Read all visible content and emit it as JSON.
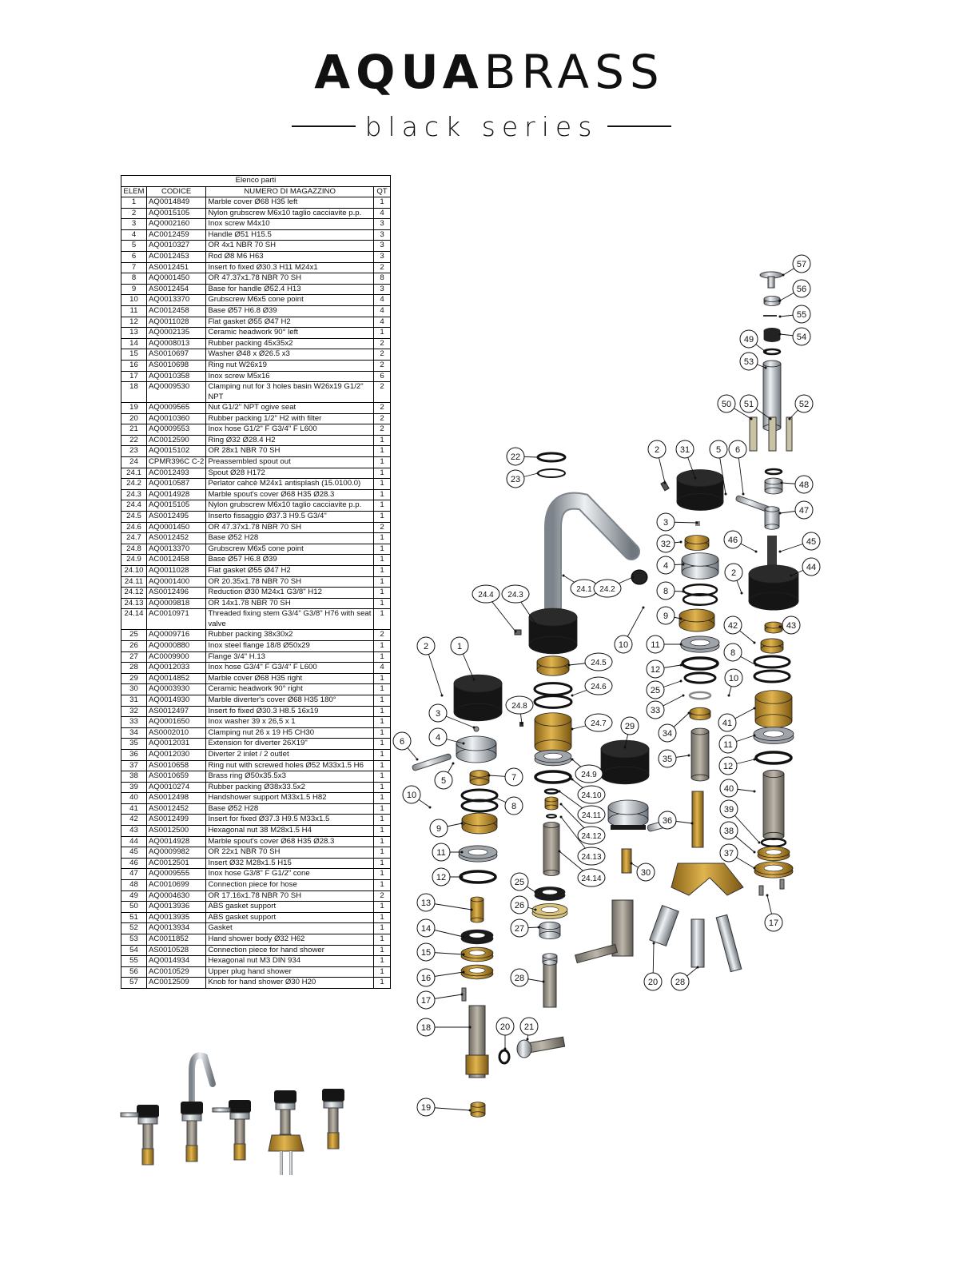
{
  "brand": {
    "bold": "AQUA",
    "light": "BRASS",
    "series": "black series"
  },
  "parts_list": {
    "title": "Elenco parti",
    "headers": [
      "ELEM",
      "CODICE",
      "NUMERO DI MAGAZZINO",
      "QT"
    ],
    "rows": [
      [
        "1",
        "AQ0014849",
        "Marble cover Ø68 H35 left",
        "1"
      ],
      [
        "2",
        "AQ0015105",
        "Nylon grubscrew M6x10 taglio cacciavite p.p.",
        "4"
      ],
      [
        "3",
        "AQ0002160",
        "Inox screw M4x10",
        "3"
      ],
      [
        "4",
        "AC0012459",
        "Handle Ø51 H15.5",
        "3"
      ],
      [
        "5",
        "AQ0010327",
        "OR 4x1 NBR 70 SH",
        "3"
      ],
      [
        "6",
        "AC0012453",
        "Rod Ø8 M6 H63",
        "3"
      ],
      [
        "7",
        "AS0012451",
        "Insert fo fixed Ø30.3 H11 M24x1",
        "2"
      ],
      [
        "8",
        "AQ0001450",
        "OR 47.37x1.78 NBR 70 SH",
        "8"
      ],
      [
        "9",
        "AS0012454",
        "Base for handle Ø52.4 H13",
        "3"
      ],
      [
        "10",
        "AQ0013370",
        "Grubscrew M6x5 cone point",
        "4"
      ],
      [
        "11",
        "AC0012458",
        "Base Ø57 H6.8 Ø39",
        "4"
      ],
      [
        "12",
        "AQ0011028",
        "Flat gasket Ø55 Ø47 H2",
        "4"
      ],
      [
        "13",
        "AQ0002135",
        "Ceramic headwork 90° left",
        "1"
      ],
      [
        "14",
        "AQ0008013",
        "Rubber packing 45x35x2",
        "2"
      ],
      [
        "15",
        "AS0010697",
        "Washer Ø48 x Ø26.5 x3",
        "2"
      ],
      [
        "16",
        "AS0010698",
        "Ring nut W26x19",
        "2"
      ],
      [
        "17",
        "AQ0010358",
        "Inox screw M5x16",
        "6"
      ],
      [
        "18",
        "AQ0009530",
        "Clamping nut for 3 holes basin W26x19 G1/2\" NPT",
        "2"
      ],
      [
        "19",
        "AQ0009565",
        "Nut G1/2\" NPT ogive seat",
        "2"
      ],
      [
        "20",
        "AQ0010360",
        "Rubber packing 1/2\" H2 with filter",
        "2"
      ],
      [
        "21",
        "AQ0009553",
        "Inox hose G1/2\" F G3/4\" F L600",
        "2"
      ],
      [
        "22",
        "AC0012590",
        "Ring Ø32 Ø28.4 H2",
        "1"
      ],
      [
        "23",
        "AQ0015102",
        "OR 28x1 NBR 70 SH",
        "1"
      ],
      [
        "24",
        "CPMR396C C-2",
        "Preassembled spout out",
        "1"
      ],
      [
        "24.1",
        "AC0012493",
        "Spout Ø28 H172",
        "1"
      ],
      [
        "24.2",
        "AQ0010587",
        "Perlator cahcè M24x1 antisplash (15.0100.0)",
        "1"
      ],
      [
        "24.3",
        "AQ0014928",
        "Marble spout's cover Ø68 H35 Ø28.3",
        "1"
      ],
      [
        "24.4",
        "AQ0015105",
        "Nylon grubscrew M6x10 taglio cacciavite p.p.",
        "1"
      ],
      [
        "24.5",
        "AS0012495",
        "Inserto fissaggio Ø37.3 H9.5 G3/4\"",
        "1"
      ],
      [
        "24.6",
        "AQ0001450",
        "OR 47.37x1.78 NBR 70 SH",
        "2"
      ],
      [
        "24.7",
        "AS0012452",
        "Base Ø52 H28",
        "1"
      ],
      [
        "24.8",
        "AQ0013370",
        "Grubscrew M6x5 cone point",
        "1"
      ],
      [
        "24.9",
        "AC0012458",
        "Base Ø57 H6.8 Ø39",
        "1"
      ],
      [
        "24.10",
        "AQ0011028",
        "Flat gasket Ø55 Ø47 H2",
        "1"
      ],
      [
        "24.11",
        "AQ0001400",
        "OR 20.35x1.78 NBR 70 SH",
        "1"
      ],
      [
        "24.12",
        "AS0012496",
        "Reduction Ø30 M24x1 G3/8\" H12",
        "1"
      ],
      [
        "24.13",
        "AQ0009818",
        "OR 14x1.78 NBR 70 SH",
        "1"
      ],
      [
        "24.14",
        "AC0010971",
        "Threaded fixing stem G3/4\" G3/8\" H76 with seat valve",
        "1"
      ],
      [
        "25",
        "AQ0009716",
        "Rubber packing 38x30x2",
        "2"
      ],
      [
        "26",
        "AQ0000880",
        "Inox steel flange 18/8 Ø50x29",
        "1"
      ],
      [
        "27",
        "AC0009900",
        "Flange 3/4\" H.13",
        "1"
      ],
      [
        "28",
        "AQ0012033",
        "Inox hose G3/4\" F G3/4\" F L600",
        "4"
      ],
      [
        "29",
        "AQ0014852",
        "Marble cover Ø68 H35 right",
        "1"
      ],
      [
        "30",
        "AQ0003930",
        "Ceramic headwork 90° right",
        "1"
      ],
      [
        "31",
        "AQ0014930",
        "Marble diverter's cover Ø68 H35 180°",
        "1"
      ],
      [
        "32",
        "AS0012497",
        "Insert fo fixed Ø30.3 H8.5 16x19",
        "1"
      ],
      [
        "33",
        "AQ0001650",
        "Inox washer 39 x 26,5 x 1",
        "1"
      ],
      [
        "34",
        "AS0002010",
        "Clamping nut 26 x 19 H5 CH30",
        "1"
      ],
      [
        "35",
        "AQ0012031",
        "Extension for diverter 26X19\"",
        "1"
      ],
      [
        "36",
        "AQ0012030",
        "Diverter 2 inlet / 2 outlet",
        "1"
      ],
      [
        "37",
        "AS0010658",
        "Ring nut with screwed holes Ø52 M33x1.5 H6",
        "1"
      ],
      [
        "38",
        "AS0010659",
        "Brass ring Ø50x35.5x3",
        "1"
      ],
      [
        "39",
        "AQ0010274",
        "Rubber packing Ø38x33.5x2",
        "1"
      ],
      [
        "40",
        "AS0012498",
        "Handshower support M33x1.5 H82",
        "1"
      ],
      [
        "41",
        "AS0012452",
        "Base Ø52 H28",
        "1"
      ],
      [
        "42",
        "AS0012499",
        "Insert for fixed Ø37.3 H9.5 M33x1.5",
        "1"
      ],
      [
        "43",
        "AS0012500",
        "Hexagonal nut 38 M28x1.5 H4",
        "1"
      ],
      [
        "44",
        "AQ0014928",
        "Marble spout's cover Ø68 H35 Ø28.3",
        "1"
      ],
      [
        "45",
        "AQ0009982",
        "OR 22x1 NBR 70 SH",
        "1"
      ],
      [
        "46",
        "AC0012501",
        "Insert Ø32 M28x1.5 H15",
        "1"
      ],
      [
        "47",
        "AQ0009555",
        "Inox hose G3/8\" F G1/2\" cone",
        "1"
      ],
      [
        "48",
        "AC0010699",
        "Connection piece for hose",
        "1"
      ],
      [
        "49",
        "AQ0004630",
        "OR 17.16x1.78 NBR 70 SH",
        "2"
      ],
      [
        "50",
        "AQ0013936",
        "ABS gasket support",
        "1"
      ],
      [
        "51",
        "AQ0013935",
        "ABS gasket support",
        "1"
      ],
      [
        "52",
        "AQ0013934",
        "Gasket",
        "1"
      ],
      [
        "53",
        "AC0011852",
        "Hand shower body Ø32 H62",
        "1"
      ],
      [
        "54",
        "AS0010528",
        "Connection piece for hand shower",
        "1"
      ],
      [
        "55",
        "AQ0014934",
        "Hexagonal nut M3 DIN 934",
        "1"
      ],
      [
        "56",
        "AC0010529",
        "Upper plug hand shower",
        "1"
      ],
      [
        "57",
        "AC0012509",
        "Knob for hand shower Ø30 H20",
        "1"
      ]
    ]
  },
  "diagram": {
    "balloons": [
      "1",
      "2",
      "3",
      "4",
      "5",
      "6",
      "7",
      "8",
      "9",
      "10",
      "11",
      "12",
      "13",
      "14",
      "15",
      "16",
      "17",
      "18",
      "19",
      "20",
      "21",
      "22",
      "23",
      "24.1",
      "24.2",
      "24.3",
      "24.4",
      "24.5",
      "24.6",
      "24.7",
      "24.8",
      "24.9",
      "24.10",
      "24.11",
      "24.12",
      "24.13",
      "24.14",
      "25",
      "26",
      "27",
      "28",
      "29",
      "30",
      "31",
      "32",
      "33",
      "34",
      "35",
      "36",
      "37",
      "38",
      "39",
      "40",
      "41",
      "42",
      "43",
      "44",
      "45",
      "46",
      "47",
      "48",
      "49",
      "50",
      "51",
      "52",
      "53",
      "54",
      "55",
      "56",
      "57"
    ],
    "colors": {
      "marble": "#151515",
      "brass": "#c8962e",
      "chrome": "#c7ccd2",
      "gasket": "#1a1a1a",
      "steel": "#9ea4aa"
    }
  }
}
